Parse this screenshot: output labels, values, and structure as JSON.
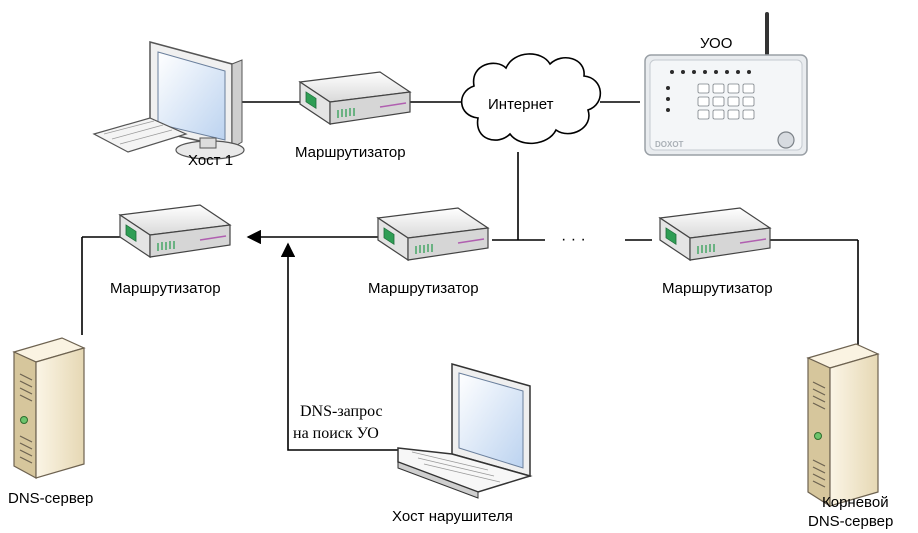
{
  "labels": {
    "host1": "Хост 1",
    "router_top": "Маршрутизатор",
    "internet": "Интернет",
    "uoo": "УОО",
    "router_left": "Маршрутизатор",
    "router_mid": "Маршрутизатор",
    "router_right": "Маршрутизатор",
    "ellipsis": "· · ·",
    "dns_server": "DNS-сервер",
    "attacker_host": "Хост нарушителя",
    "dns_query_line1": "DNS-запрос",
    "dns_query_line2": "на поиск УО",
    "root_dns_line1": "Корневой",
    "root_dns_line2": "DNS-сервер"
  },
  "device_brand": "DOXOT",
  "colors": {
    "line": "#000000",
    "router_body": "#f2f2f2",
    "router_shadow": "#b5b5b5",
    "router_accent": "#2f9e55",
    "router_stripe": "#b05fb0",
    "server_body": "#f3ead2",
    "server_side": "#d9c9a1",
    "screen_blue": "#cfe0f6",
    "panel_gray": "#e6e9ec"
  }
}
